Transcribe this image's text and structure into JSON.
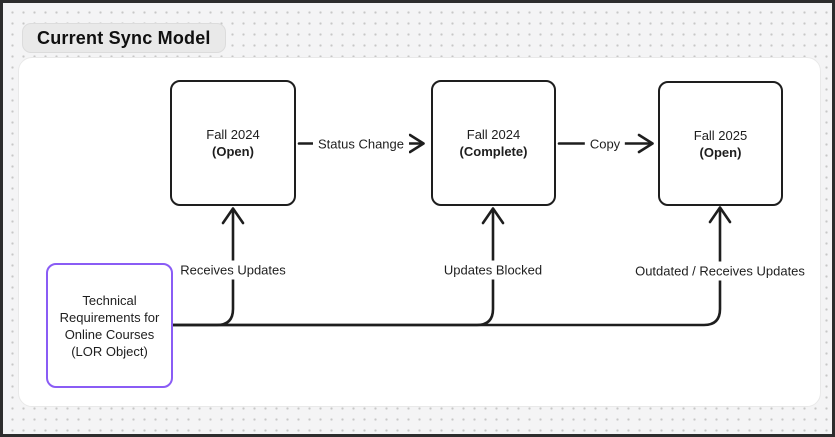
{
  "title": "Current Sync Model",
  "colors": {
    "stroke": "#1e1e1e",
    "accent_purple": "#8a5cf5",
    "canvas_bg": "#f4f4f5",
    "frame_bg": "#ffffff",
    "pill_bg": "#e9e9e9"
  },
  "boxes": [
    {
      "name": "fall-2024-open",
      "line1": "Fall 2024",
      "line2": "(Open)"
    },
    {
      "name": "fall-2024-complete",
      "line1": "Fall 2024",
      "line2": "(Complete)"
    },
    {
      "name": "fall-2025-open",
      "line1": "Fall 2025",
      "line2": "(Open)"
    }
  ],
  "source_box": {
    "lines": [
      "Technical",
      "Requirements for",
      "Online Courses",
      "(LOR Object)"
    ]
  },
  "edges": {
    "status_change": "Status Change",
    "copy": "Copy",
    "receives_updates": "Receives Updates",
    "updates_blocked": "Updates Blocked",
    "outdated_receives_updates": "Outdated / Receives Updates"
  }
}
